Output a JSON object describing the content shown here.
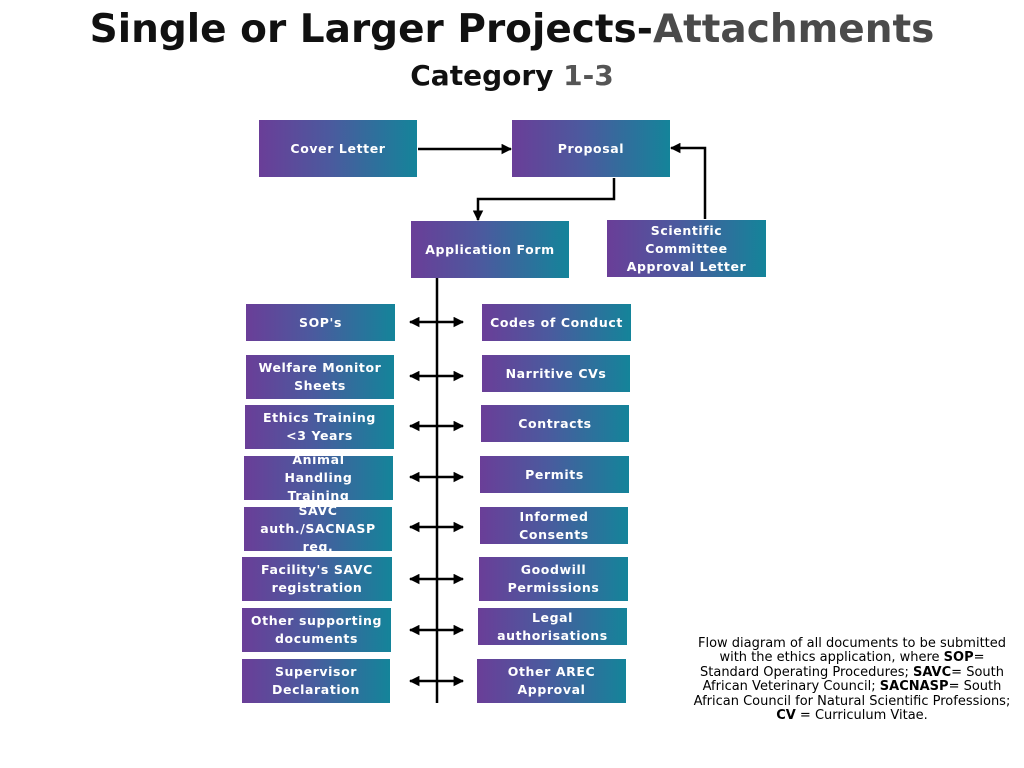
{
  "title": {
    "part1": "Single or Larger Projects-",
    "part2": "Attachments"
  },
  "subtitle": {
    "part1": "Category ",
    "part2": "1-3"
  },
  "nodes": {
    "cover_letter": "Cover Letter",
    "proposal": "Proposal",
    "application_form": "Application Form",
    "scientific_committee": "Scientific Committee Approval Letter",
    "sops": "SOP's",
    "welfare": "Welfare Monitor Sheets",
    "ethics": "Ethics Training <3 Years",
    "animal": "Animal Handling Training",
    "savc": "SAVC auth./SACNASP reg.",
    "facility": "Facility's SAVC registration",
    "other_docs": "Other supporting documents",
    "supervisor": "Supervisor Declaration",
    "codes": "Codes of Conduct",
    "narrative": "Narritive CVs",
    "contracts": "Contracts",
    "permits": "Permits",
    "consents": "Informed Consents",
    "goodwill": "Goodwill Permissions",
    "legal": "Legal authorisations",
    "arec": "Other AREC Approval"
  },
  "note": {
    "line1": "Flow diagram of all documents to be submitted with the ethics application, where ",
    "sop_abbr": "SOP",
    "sop_def": "= Standard Operating Procedures; ",
    "savc_abbr": "SAVC",
    "savc_def": "= South African Veterinary Council; ",
    "sacnasp_abbr": "SACNASP",
    "sacnasp_def": "= South African Council for Natural Scientific Professions;  ",
    "cv_abbr": "CV",
    "cv_def": " = Curriculum Vitae."
  }
}
